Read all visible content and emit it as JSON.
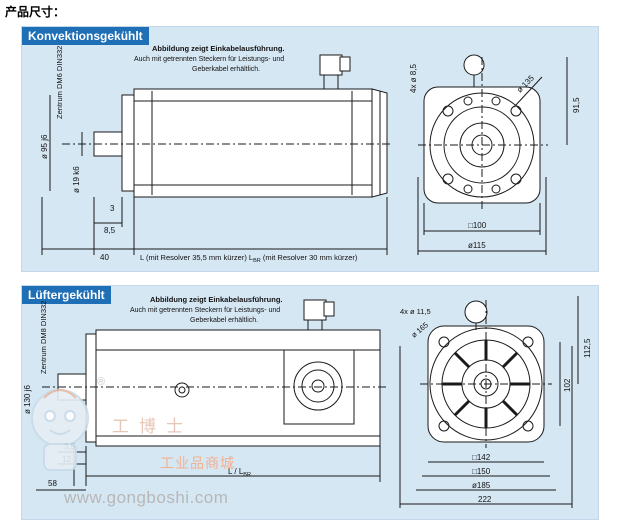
{
  "page": {
    "title": "产品尺寸："
  },
  "top": {
    "tag": "Konvektionsgekühlt",
    "note1": "Abbildung zeigt Einkabelausführung.",
    "note2": "Auch mit getrennten Steckern für Leistungs- und",
    "note3": "Geberkabel erhältlich.",
    "centering": "Zentrum DM6 DIN332",
    "d95": "ø 95 j6",
    "d19": "ø 19 k6",
    "dim3": "3",
    "dim85": "8,5",
    "dim40": "40",
    "lengthNote": "L (mit Resolver 35,5 mm kürzer)   L",
    "brakeSub": "BR",
    "brakeNote": " (mit Resolver 30 mm kürzer)",
    "holes": "4x ø 8,5",
    "pcd": "ø 135",
    "dim915": "91,5",
    "square": "□100",
    "d115": "ø115"
  },
  "bottom": {
    "tag": "Lüftergekühlt",
    "note1": "Abbildung zeigt Einkabelausführung.",
    "note2": "Auch mit getrennten Steckern für Leistungs- und",
    "note3": "Geberkabel erhältlich.",
    "centering": "Zentrum DM8 DIN332",
    "d130": "ø 130 j6",
    "dim35": "3,5",
    "dim12": "12",
    "dim58": "58",
    "lengthLabel": "L / L",
    "brakeSub": "BR",
    "holes": "4x ø 11,5",
    "pcd": "ø 165",
    "dim1125": "112,5",
    "dim102": "102",
    "square": "□142",
    "w150": "□150",
    "d185": "ø185",
    "w222": "222"
  },
  "watermark": {
    "reg": "®",
    "chinese": "工博士",
    "shop": "工业品商城",
    "url": "www.gongboshi.com"
  },
  "colors": {
    "panel": "#d6e7f4",
    "tag": "#1f6fb6",
    "line": "#1a1a1a"
  }
}
